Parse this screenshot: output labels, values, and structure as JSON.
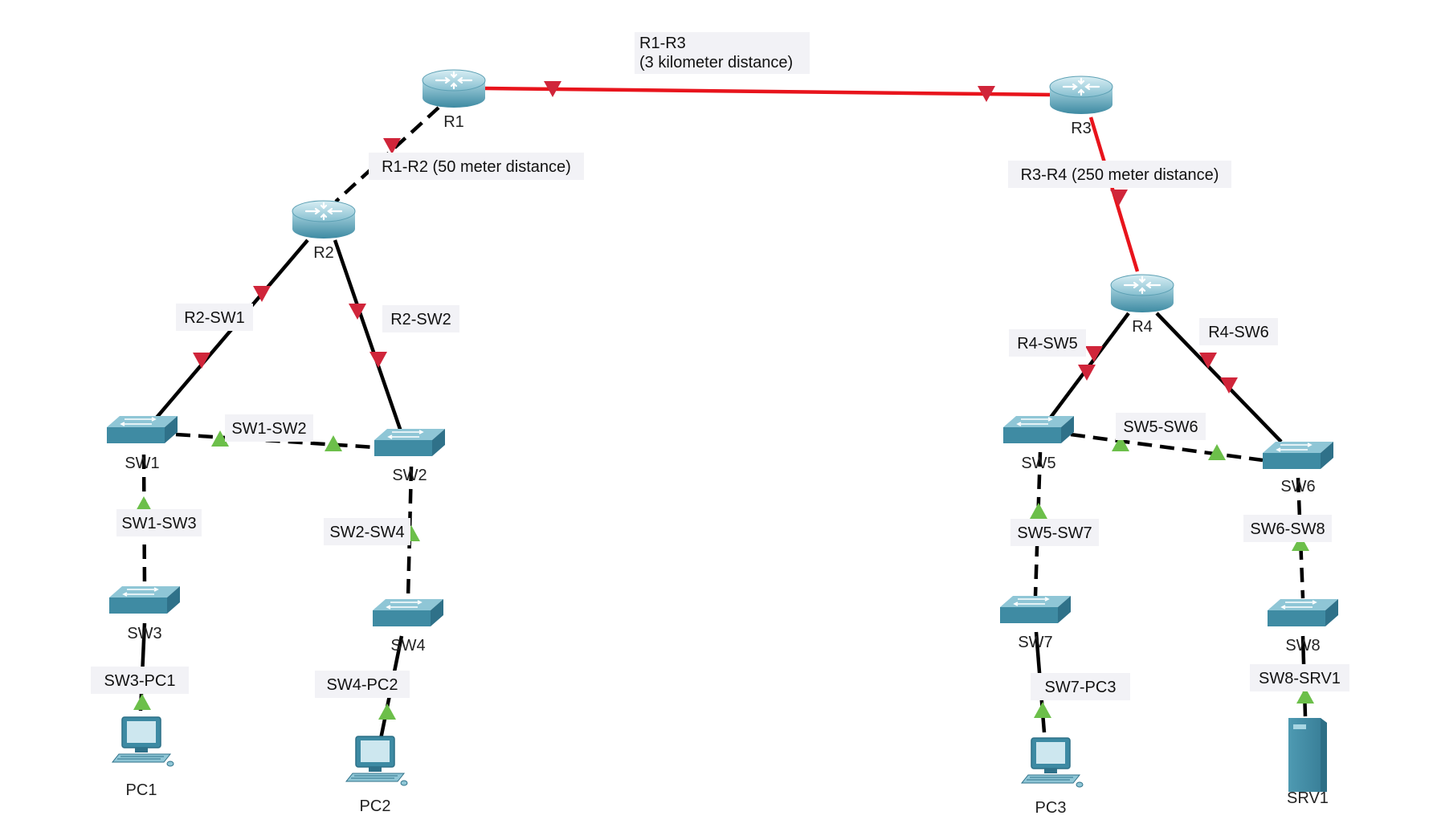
{
  "title": "",
  "devices": {
    "R1": {
      "label": "R1",
      "type": "router"
    },
    "R2": {
      "label": "R2",
      "type": "router"
    },
    "R3": {
      "label": "R3",
      "type": "router"
    },
    "R4": {
      "label": "R4",
      "type": "router"
    },
    "SW1": {
      "label": "SW1",
      "type": "switch"
    },
    "SW2": {
      "label": "SW2",
      "type": "switch"
    },
    "SW3": {
      "label": "SW3",
      "type": "switch"
    },
    "SW4": {
      "label": "SW4",
      "type": "switch"
    },
    "SW5": {
      "label": "SW5",
      "type": "switch"
    },
    "SW6": {
      "label": "SW6",
      "type": "switch"
    },
    "SW7": {
      "label": "SW7",
      "type": "switch"
    },
    "SW8": {
      "label": "SW8",
      "type": "switch"
    },
    "PC1": {
      "label": "PC1",
      "type": "pc"
    },
    "PC2": {
      "label": "PC2",
      "type": "pc"
    },
    "PC3": {
      "label": "PC3",
      "type": "pc"
    },
    "SRV1": {
      "label": "SRV1",
      "type": "server"
    }
  },
  "links": {
    "r1_r3": {
      "label_line1": "R1-R3",
      "label_line2": "(3 kilometer distance)",
      "cable": "serial-red",
      "status": "down"
    },
    "r1_r2": {
      "label": "R1-R2 (50 meter distance)",
      "cable": "dashed-black",
      "status": "down"
    },
    "r3_r4": {
      "label": "R3-R4 (250 meter distance)",
      "cable": "serial-red",
      "status": "down"
    },
    "r2_sw1": {
      "label": "R2-SW1",
      "cable": "solid-black",
      "status": "down"
    },
    "r2_sw2": {
      "label": "R2-SW2",
      "cable": "solid-black",
      "status": "down"
    },
    "sw1_sw2": {
      "label": "SW1-SW2",
      "cable": "dashed-black",
      "status": "up"
    },
    "sw1_sw3": {
      "label": "SW1-SW3",
      "cable": "dashed-black",
      "status": "up"
    },
    "sw2_sw4": {
      "label": "SW2-SW4",
      "cable": "dashed-black",
      "status": "up"
    },
    "sw3_pc1": {
      "label": "SW3-PC1",
      "cable": "solid-black",
      "status": "up"
    },
    "sw4_pc2": {
      "label": "SW4-PC2",
      "cable": "solid-black",
      "status": "up"
    },
    "r4_sw5": {
      "label": "R4-SW5",
      "cable": "solid-black",
      "status": "down"
    },
    "r4_sw6": {
      "label": "R4-SW6",
      "cable": "solid-black",
      "status": "down"
    },
    "sw5_sw6": {
      "label": "SW5-SW6",
      "cable": "dashed-black",
      "status": "up"
    },
    "sw5_sw7": {
      "label": "SW5-SW7",
      "cable": "dashed-black",
      "status": "up"
    },
    "sw6_sw8": {
      "label": "SW6-SW8",
      "cable": "dashed-black",
      "status": "up"
    },
    "sw7_pc3": {
      "label": "SW7-PC3",
      "cable": "solid-black",
      "status": "up"
    },
    "sw8_srv1": {
      "label": "SW8-SRV1",
      "cable": "solid-black",
      "status": "up"
    }
  },
  "colors": {
    "serial_cable": "#e8141c",
    "ethernet_cable": "#000000",
    "link_down": "#d0253a",
    "link_up": "#6cbf4a",
    "device_teal": "#3a8aa3",
    "label_bg": "#f2f2f6"
  }
}
